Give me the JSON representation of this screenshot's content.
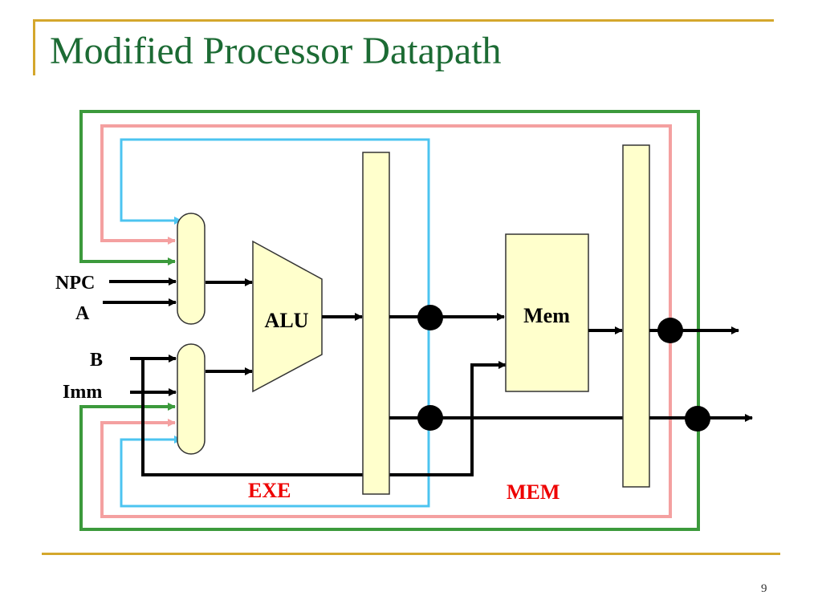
{
  "slide": {
    "title": "Modified Processor Datapath",
    "page_number": "9"
  },
  "diagram": {
    "inputs": {
      "npc": "NPC",
      "a": "A",
      "b": "B",
      "imm": "Imm"
    },
    "alu_label": "ALU",
    "mem_label": "Mem",
    "stage_labels": {
      "exe": "EXE",
      "mem": "MEM"
    },
    "colors": {
      "title": "#1c6b34",
      "accent_line": "#d4a72c",
      "block_fill": "#ffffcc",
      "forward_green": "#3c9a3c",
      "forward_pink": "#f4a0a0",
      "forward_blue": "#4cc4f0",
      "stage_label": "#ee0000",
      "wire": "#000000"
    }
  }
}
